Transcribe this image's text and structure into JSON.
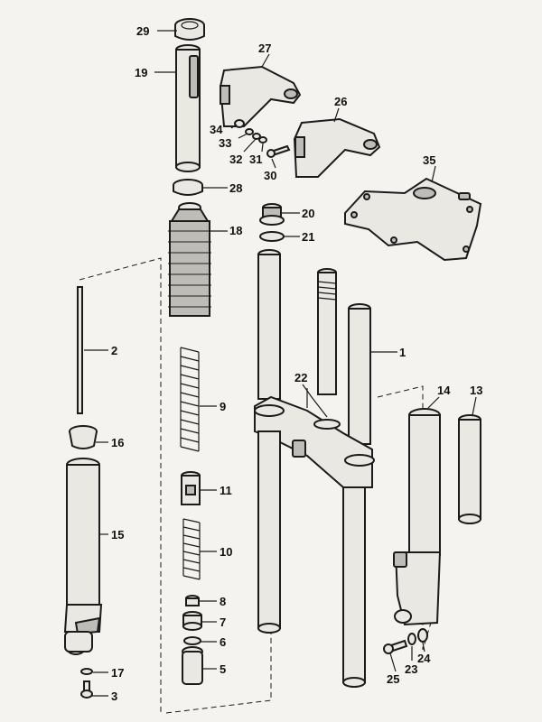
{
  "diagram": {
    "callouts": [
      "1",
      "2",
      "3",
      "5",
      "6",
      "7",
      "8",
      "9",
      "10",
      "11",
      "13",
      "14",
      "15",
      "16",
      "17",
      "18",
      "19",
      "20",
      "21",
      "22",
      "23",
      "24",
      "25",
      "26",
      "27",
      "28",
      "29",
      "30",
      "31",
      "32",
      "33",
      "34",
      "35"
    ]
  }
}
